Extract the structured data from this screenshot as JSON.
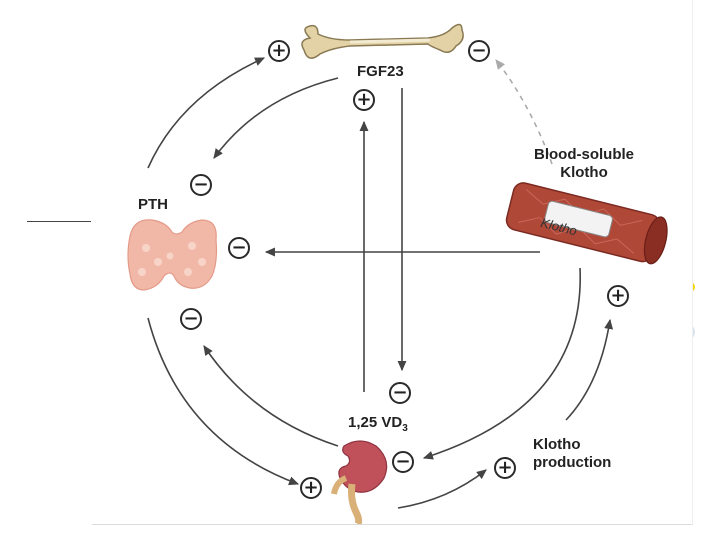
{
  "labels": {
    "fgf23": "FGF23",
    "pth": "PTH",
    "blood_soluble_klotho": [
      "Blood-soluble",
      "Klotho"
    ],
    "klotho_on_vessel": "Klotho",
    "vitamin_d_base": "1,25 VD",
    "vitamin_d_sub": "3",
    "klotho_production": [
      "Klotho",
      "production"
    ]
  },
  "signs": {
    "plus": "+",
    "minus": "−"
  },
  "colors": {
    "bone": "#e2d2a6",
    "thyroid": "#f1b8a8",
    "kidney": "#c0505a",
    "vessel": "#b04838",
    "arrow": "#444444",
    "dashed_arrow": "#aaaaaa"
  }
}
